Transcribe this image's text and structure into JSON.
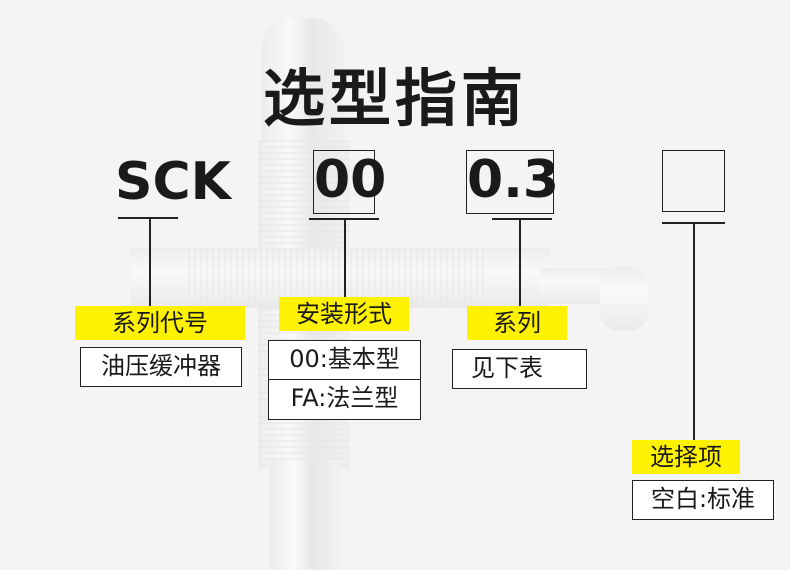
{
  "title": "选型指南",
  "segments": {
    "series_code": {
      "code": "SCK",
      "label": "系列代号",
      "values": [
        "油压缓冲器"
      ]
    },
    "mounting": {
      "code": "00",
      "label": "安装形式",
      "values": [
        "00:基本型",
        "FA:法兰型"
      ]
    },
    "series": {
      "code": "0.3",
      "label": "系列",
      "values": [
        "见下表"
      ]
    },
    "option": {
      "code": "",
      "label": "选择项",
      "values": [
        "空白:标准"
      ]
    }
  },
  "colors": {
    "label_highlight": "#fff200",
    "line": "#222222"
  }
}
